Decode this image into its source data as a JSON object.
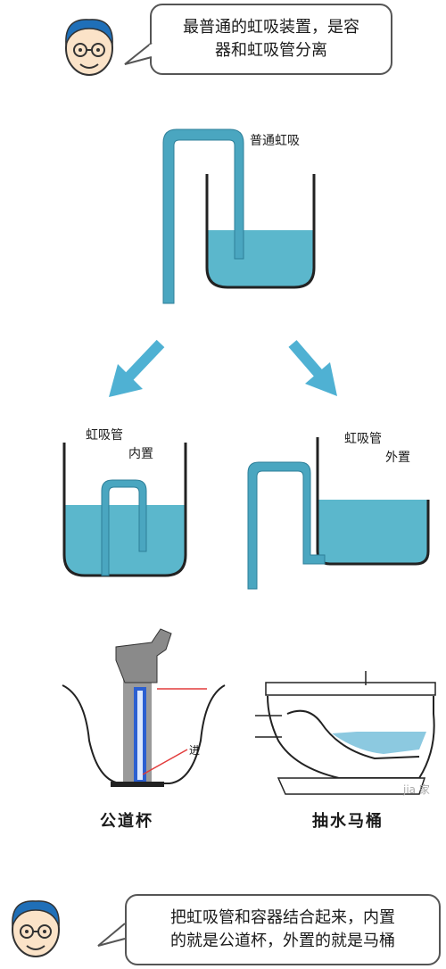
{
  "top_bubble": {
    "line1": "最普通的虹吸装置，是容",
    "line2": "器和虹吸管分离"
  },
  "bottom_bubble": {
    "line1": "把虹吸管和容器结合起来，内置",
    "line2": "的就是公道杯，外置的就是马桶"
  },
  "diagrams": {
    "ordinary_siphon_label": "普通虹吸",
    "internal": {
      "line1": "虹吸管",
      "line2": "内置"
    },
    "external": {
      "line1": "虹吸管",
      "line2": "外置"
    },
    "inlet_label": "进",
    "watermark": "jia 家",
    "cup_title": "公道杯",
    "toilet_title": "抽水马桶"
  },
  "colors": {
    "water": "#5bb7cc",
    "pipe": "#4aa6c0",
    "outline": "#222222",
    "arrow": "#4fb1d3"
  }
}
